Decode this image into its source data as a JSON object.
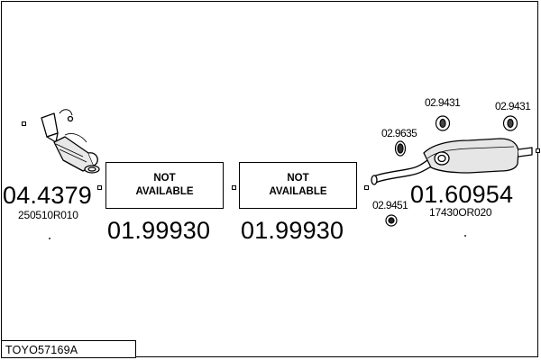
{
  "parts": {
    "catalytic_converter": {
      "price": "04.4379",
      "oem": "250510R010"
    },
    "middle_section_1": {
      "price": "01.99930",
      "status_line1": "NOT",
      "status_line2": "AVAILABLE"
    },
    "middle_section_2": {
      "price": "01.99930",
      "status_line1": "NOT",
      "status_line2": "AVAILABLE"
    },
    "rear_silencer": {
      "price": "01.60954",
      "oem": "17430OR020"
    }
  },
  "accessories": {
    "rubber_mount_1": "02.9431",
    "rubber_mount_2": "02.9431",
    "clamp": "02.9635",
    "gasket": "02.9451"
  },
  "footer": {
    "code": "TOYO57169A"
  }
}
